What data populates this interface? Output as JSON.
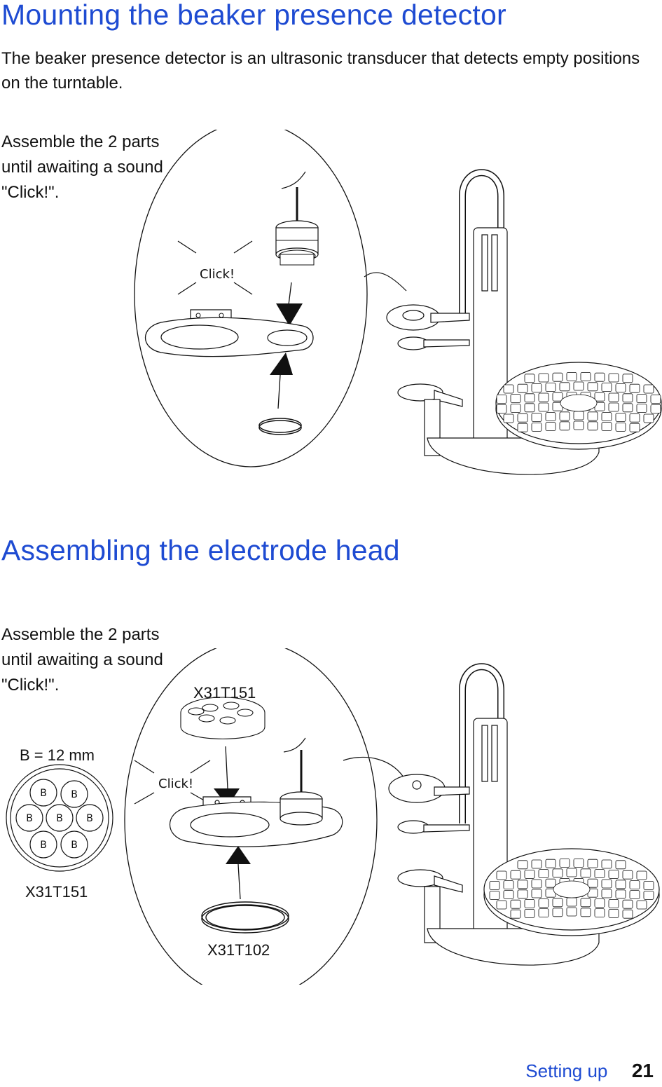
{
  "section1": {
    "title": "Mounting the beaker presence detector",
    "intro": "The beaker presence detector is an ultrasonic transducer that detects empty positions on the turntable.",
    "note": "Assemble the 2 parts until awaiting a sound \"Click!\".",
    "click_label": "Click!"
  },
  "section2": {
    "title": "Assembling the electrode head",
    "note": "Assemble the 2 parts until awaiting a sound \"Click!\".",
    "click_label": "Click!",
    "part_top": "X31T151",
    "part_bottom": "X31T102",
    "dimension": "B = 12 mm",
    "hole_label": "B",
    "part_left": "X31T151"
  },
  "footer": {
    "section": "Setting up",
    "page": "21"
  }
}
